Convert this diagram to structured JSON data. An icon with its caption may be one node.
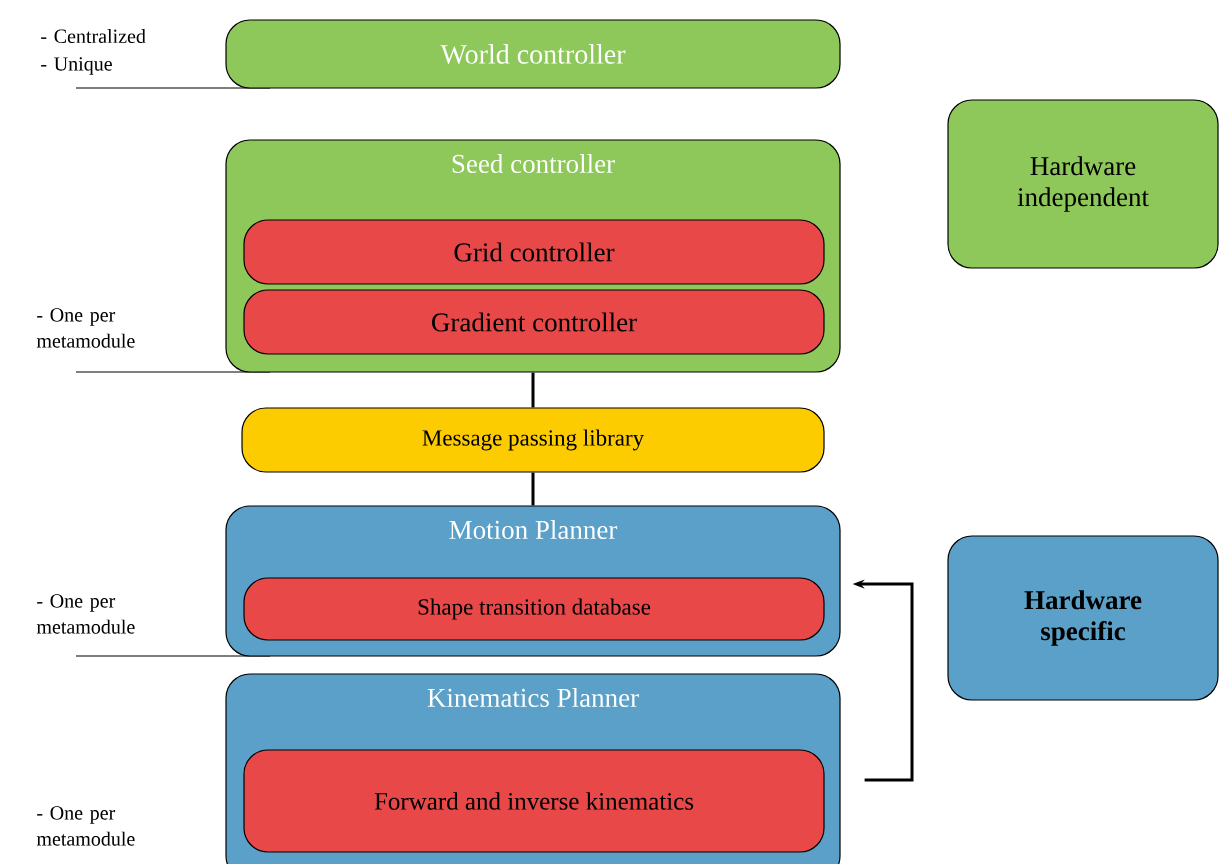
{
  "diagram": {
    "nodes": [
      {
        "text": [
          "World controller"
        ]
      },
      {
        "text": [
          "Seed controller"
        ]
      },
      {
        "text": [
          "Grid controller"
        ],
        "in": 1
      },
      {
        "text": [
          "Gradient controller"
        ],
        "in": 1
      },
      {
        "text": [
          "Hardware independent"
        ]
      },
      {
        "text": [
          "Message passing library"
        ]
      },
      {
        "text": [
          "Motion Planner"
        ]
      },
      {
        "text": [
          "Shape transition database"
        ],
        "in": 6
      },
      {
        "text": [
          "Hardware specific"
        ]
      },
      {
        "text": [
          "Kinematics Planner"
        ]
      },
      {
        "text": [
          "Forward and inverse kinematics"
        ],
        "in": 9
      }
    ],
    "edges": [
      {
        "from": 1,
        "to": 5,
        "arrow": "none"
      },
      {
        "from": 5,
        "to": 6,
        "arrow": "none"
      },
      {
        "from": 9,
        "to": 6,
        "arrow": "to"
      }
    ],
    "labels": [
      "- Centralized",
      "- Unique",
      "- One per metamodule",
      "- One per metamodule",
      "- One per metamodule"
    ]
  }
}
